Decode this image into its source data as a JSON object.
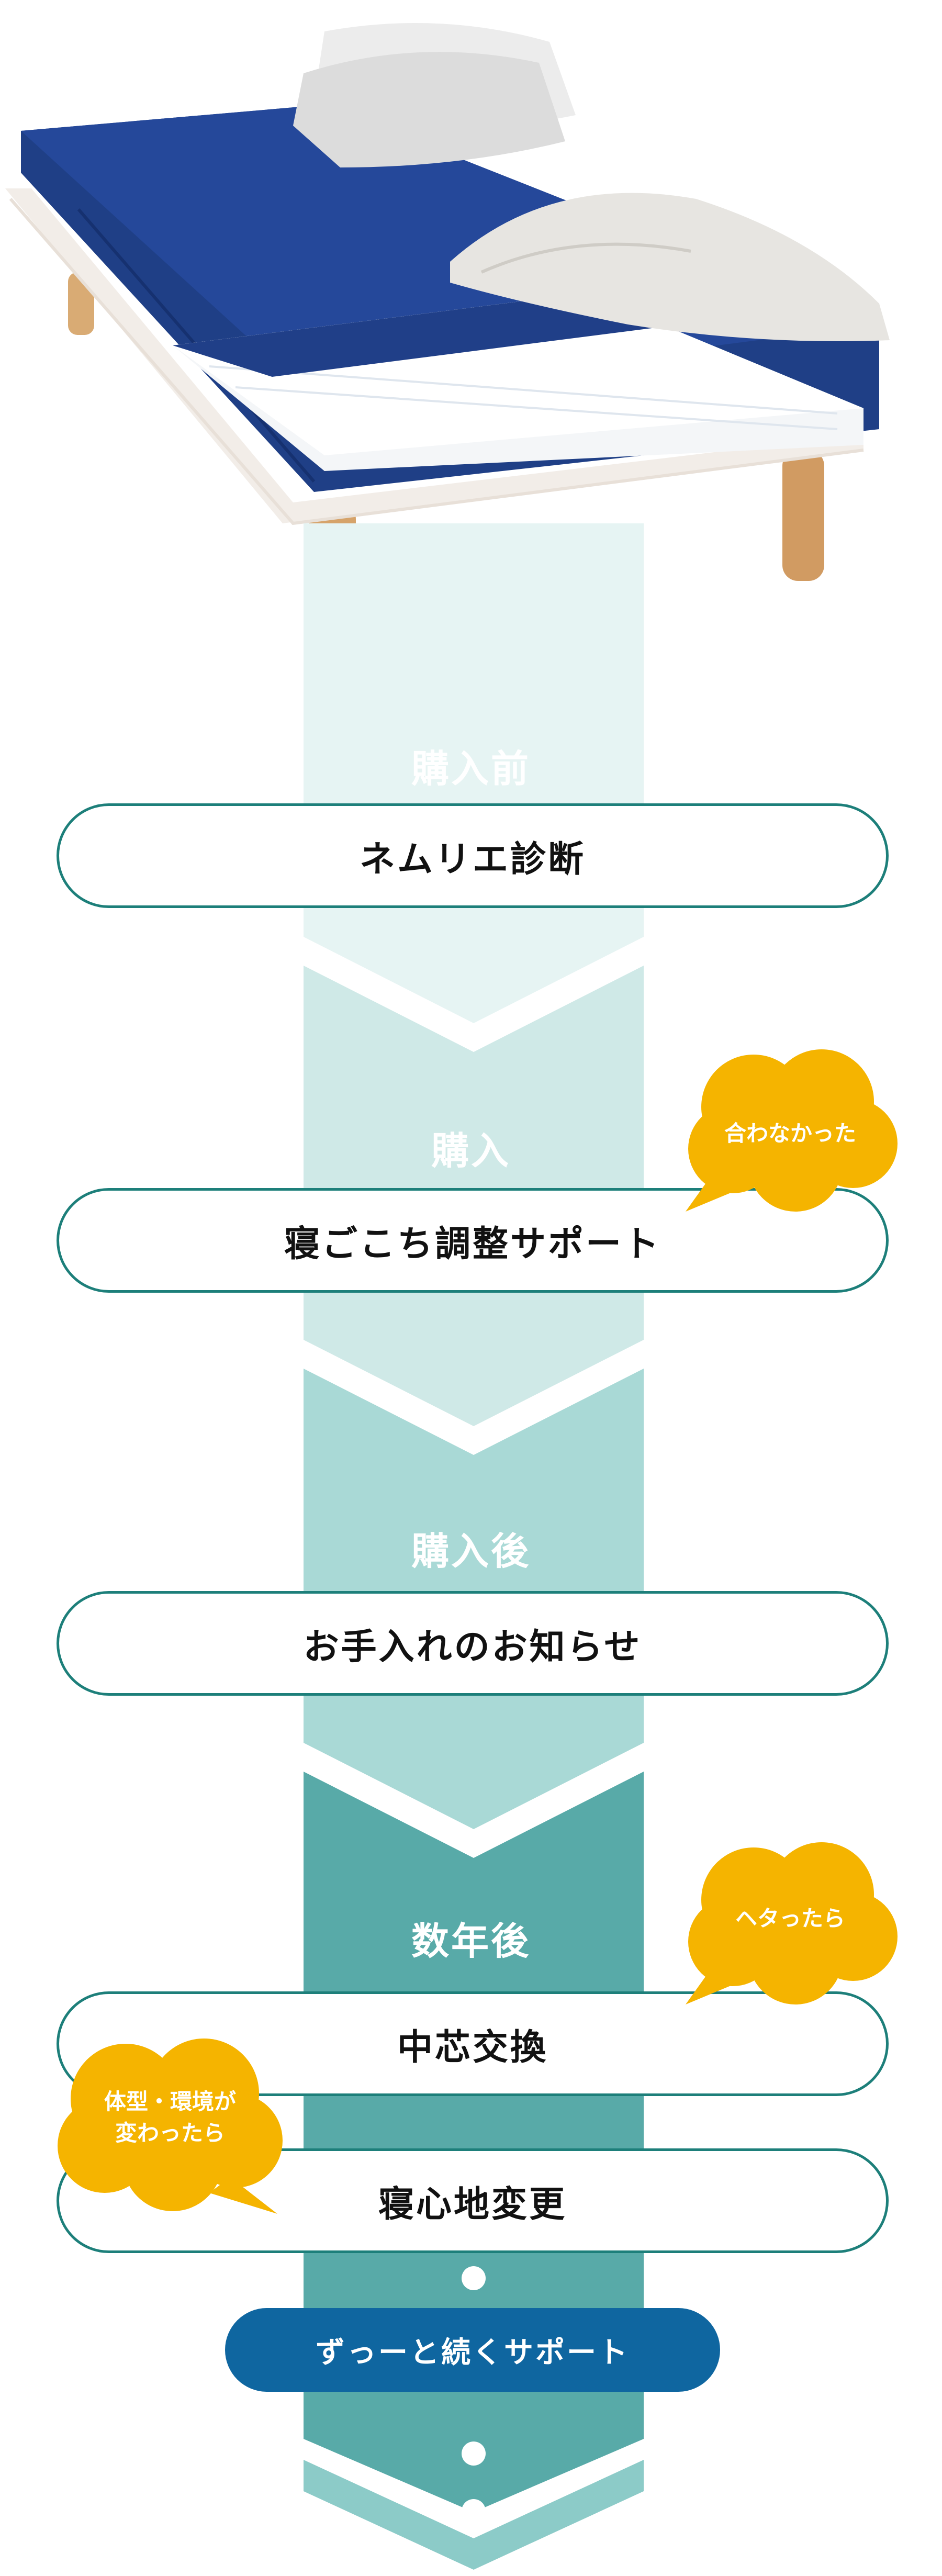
{
  "stages": {
    "before": "購入前",
    "purchase": "購入",
    "after": "購入後",
    "years_later": "数年後"
  },
  "steps": {
    "diagnosis": "ネムリエ診断",
    "adjust_support": "寝ごこち調整サポート",
    "care_notice": "お手入れのお知らせ",
    "core_exchange": "中芯交換",
    "comfort_change": "寝心地変更"
  },
  "bubbles": {
    "not_fit": "合わなかった",
    "sagging": "ヘタったら",
    "body_change_line1": "体型・環境が",
    "body_change_line2": "変わったら"
  },
  "support_label": "ずっーと続くサポート",
  "colors": {
    "band1": "#e6f4f3",
    "band2": "#cfe9e7",
    "band3": "#a9d9d6",
    "band4": "#58aaa8",
    "pill_border": "#1d7f7a",
    "bubble": "#f5b400",
    "support": "#0f66a0"
  },
  "icons": [
    "mattress-bed-illustration"
  ]
}
